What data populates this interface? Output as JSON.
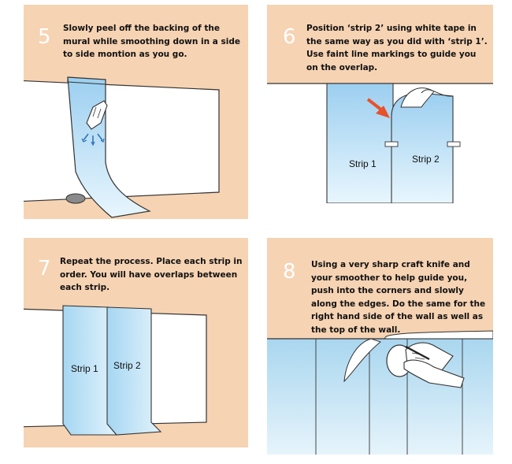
{
  "steps": [
    {
      "number": "5",
      "text": "Slowly peel off the backing of the mural while smoothing down in a side to side montion as you go.",
      "icons": [
        "wall-illustration",
        "mural-strip",
        "smoothing-hand-icon",
        "motion-arrows-icon"
      ]
    },
    {
      "number": "6",
      "text": "Position ‘strip 2’ using white tape in the same way as you did with ‘strip 1’. Use faint line markings to guide you on the overlap.",
      "strip_labels": [
        "Strip 1",
        "Strip 2"
      ],
      "accent_color": "#e8522a",
      "icons": [
        "red-arrow-icon",
        "white-tape-icon"
      ]
    },
    {
      "number": "7",
      "text": "Repeat the process. Place each strip in order. You will have overlaps between each strip.",
      "strip_labels": [
        "Strip 1",
        "Strip 2"
      ]
    },
    {
      "number": "8",
      "text": "Using a very sharp craft knife and your smoother to help guide you, push into the corners and slowly along the edges. Do the same for the right hand side of the wall as well as the top of the wall.",
      "icons": [
        "craft-knife-icon",
        "smoother-icon",
        "hands-icon"
      ]
    }
  ],
  "colors": {
    "panel_background": "#f6d3b3",
    "strip_blue": "#9fd0ee",
    "strip_light": "#e6f4fc",
    "step_number": "#ffffff"
  }
}
